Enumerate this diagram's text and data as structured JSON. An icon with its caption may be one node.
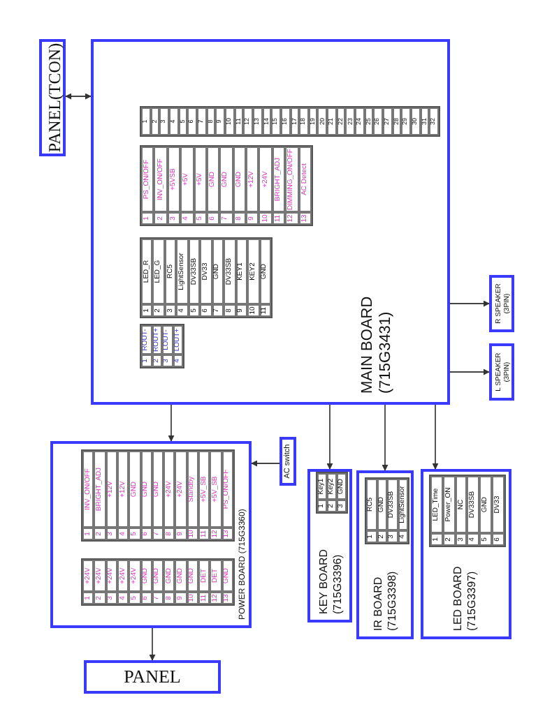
{
  "diagram": {
    "nodes": [
      {
        "text": [
          "PANEL(TCON)"
        ]
      },
      {
        "text": [
          "MAIN BOARD (715G3431)"
        ]
      },
      {
        "text": [
          "R SPEAKER (3PIN)"
        ]
      },
      {
        "text": [
          "L SPEAKER (3PIN)"
        ]
      },
      {
        "text": [
          "POWER BOARD (715G3360)"
        ]
      },
      {
        "text": [
          "AC switch"
        ]
      },
      {
        "text": [
          "KEY BOARD (715G3396)"
        ]
      },
      {
        "text": [
          "IR BOARD (715G3398)"
        ]
      },
      {
        "text": [
          "LED BOARD (715G3397)"
        ]
      },
      {
        "text": [
          "PANEL"
        ]
      }
    ],
    "edges": [
      {
        "from": 1,
        "to": 0,
        "arrow": "both"
      },
      {
        "from": 1,
        "to": 2,
        "arrow": "to"
      },
      {
        "from": 1,
        "to": 3,
        "arrow": "to"
      },
      {
        "from": 1,
        "to": 4,
        "arrow": "to"
      },
      {
        "from": 5,
        "to": 4,
        "arrow": "to"
      },
      {
        "from": 1,
        "to": 6,
        "arrow": "to"
      },
      {
        "from": 1,
        "to": 7,
        "arrow": "to"
      },
      {
        "from": 1,
        "to": 8,
        "arrow": "to"
      },
      {
        "from": 4,
        "to": 9,
        "arrow": "to"
      }
    ],
    "labels": [
      "1",
      "2",
      "3",
      "4",
      "5",
      "6",
      "7",
      "8",
      "9",
      "10",
      "11",
      "12",
      "13",
      "14",
      "15",
      "16",
      "17",
      "18",
      "19",
      "20",
      "21",
      "22",
      "23",
      "24",
      "25",
      "26",
      "27",
      "28",
      "29",
      "30",
      "31",
      "32",
      "1",
      "PS_ON/OFF",
      "2",
      "INV_ON/OFF",
      "3",
      "+5VSB",
      "4",
      "+5V",
      "5",
      "+5V",
      "6",
      "GND",
      "7",
      "GND",
      "8",
      "GND",
      "9",
      "+12V",
      "10",
      "+24V",
      "11",
      "BRIGHT_ADJ",
      "12",
      "DIMMING_ON/OFF",
      "13",
      "AC Detect",
      "1",
      "LED_R",
      "2",
      "LED_G",
      "3",
      "RC5",
      "4",
      "LightSensor",
      "5",
      "DV33SB",
      "6",
      "DV33",
      "7",
      "GND",
      "8",
      "DV33SB",
      "9",
      "KEY1",
      "10",
      "KEY2",
      "11",
      "GND",
      "1",
      "ROUT-",
      "2",
      "ROUT+",
      "3",
      "LOUT-",
      "4",
      "LOUT+",
      "1",
      "INV_ON/OFF",
      "2",
      "BRIGHT_ADJ",
      "3",
      "+12V",
      "4",
      "+12V",
      "5",
      "GND",
      "6",
      "GND",
      "7",
      "GND",
      "8",
      "+24V",
      "9",
      "+24V",
      "10",
      "Standby",
      "11",
      "+5V_SB",
      "12",
      "+5V_SB",
      "13",
      "PS_ON/OFF",
      "1",
      "+24V",
      "2",
      "+24V",
      "3",
      "+24V",
      "4",
      "+24V",
      "5",
      "+24V",
      "6",
      "GND",
      "7",
      "GND",
      "8",
      "GND",
      "9",
      "GND",
      "10",
      "GND",
      "11",
      "DET",
      "12",
      "DET",
      "13",
      "GND",
      "1",
      "Key1",
      "2",
      "Key2",
      "3",
      "GND",
      "1",
      "RC5",
      "2",
      "GND",
      "3",
      "DV33SB",
      "4",
      "LightSensor",
      "1",
      "LED_Time",
      "2",
      "Power_ON",
      "3",
      "NC",
      "4",
      "DV33SB",
      "5",
      "GND",
      "6",
      "DV33"
    ]
  }
}
